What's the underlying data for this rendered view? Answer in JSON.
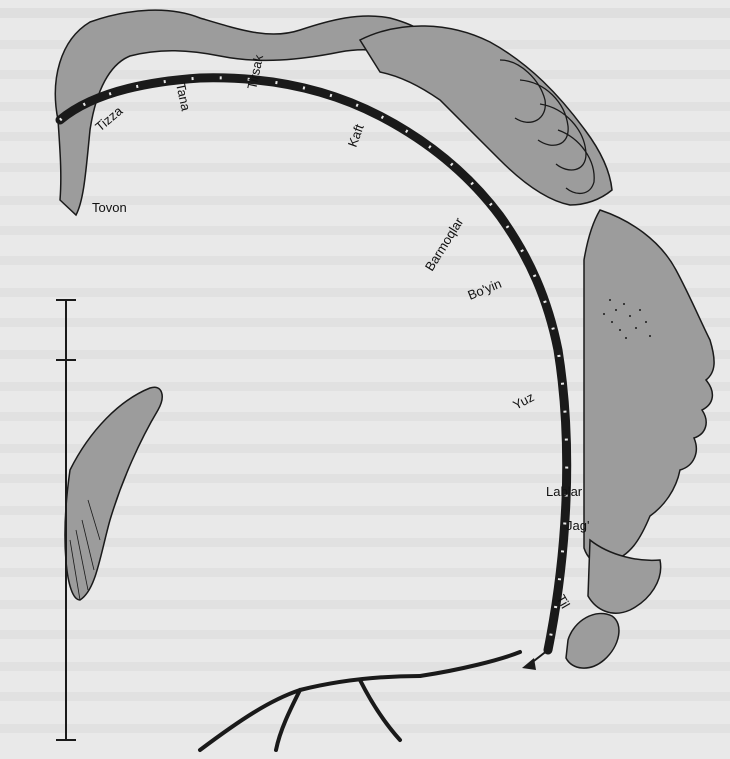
{
  "diagram": {
    "labels": {
      "toes": "Tizza",
      "knee": "Tana",
      "hip": "Tirsak",
      "hand": "Kaft",
      "fingers": "Barmoqlar",
      "neck": "Bo'yin",
      "face": "Yuz",
      "lips": "Lablar",
      "jaw": "Jag'",
      "tongue": "Til",
      "torso": "Tovon"
    }
  },
  "colors": {
    "background": "#e9e9e9",
    "homunculus_fill": "#9c9c9c",
    "outline": "#1a1a1a",
    "cortex_strip": "#1a1a1a",
    "faded_text": "#c9c9c9"
  }
}
